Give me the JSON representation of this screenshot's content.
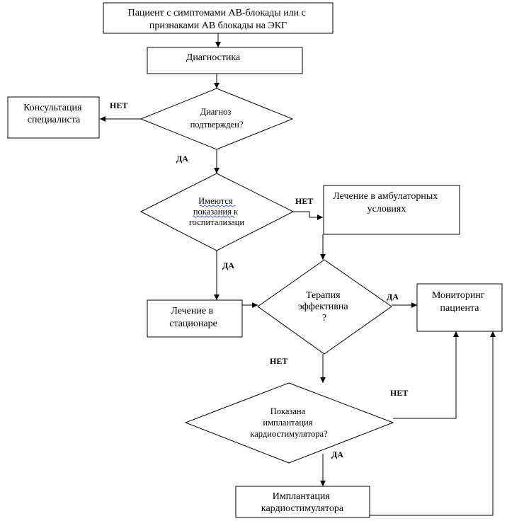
{
  "flowchart": {
    "nodes": {
      "start": [
        "Пациент с симптомами АВ-блокады или с",
        "признаками АВ блокады на ЭКГ"
      ],
      "diagnostics": [
        "Диагностика"
      ],
      "consult": [
        "Консультация",
        "специалиста"
      ],
      "diag_confirmed": [
        "Диагноз",
        "подтвержден?"
      ],
      "hosp_indicated": [
        "Имеются",
        "показания к",
        "госпитализаци"
      ],
      "outpatient": [
        "Лечение в амбулаторных",
        "условиях"
      ],
      "inpatient": [
        "Лечение в",
        "стационаре"
      ],
      "therapy_effective": [
        "Терапия",
        "эффективна",
        "?"
      ],
      "monitoring": [
        "Мониторинг",
        "пациента"
      ],
      "pacemaker_indicated": [
        "Показана",
        "имплантация",
        "кардиостимулятора?"
      ],
      "pacemaker_implant": [
        "Имплантация",
        "кардиостимулятора"
      ]
    },
    "edge_labels": {
      "no_consult": "НЕТ",
      "yes_hosp": "ДА",
      "no_outpatient": "НЕТ",
      "yes_inpatient": "ДА",
      "yes_monitoring": "ДА",
      "no_pacemaker_question": "НЕТ",
      "no_monitoring": "НЕТ",
      "yes_implant": "ДА"
    }
  }
}
